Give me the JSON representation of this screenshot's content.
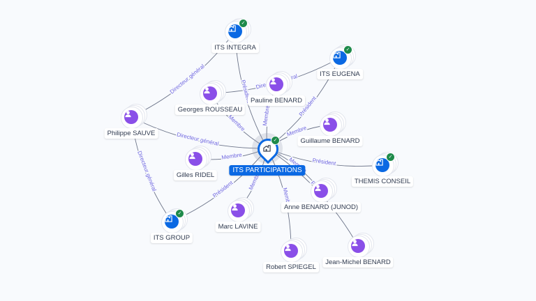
{
  "colors": {
    "person": "#8a4fe8",
    "company": "#0b69e3",
    "verified": "#1e8a4a",
    "edge": "#6b7388",
    "edge_label": "#6f66e0"
  },
  "center": {
    "id": "itspart",
    "label": "ITS PARTICIPATIONS",
    "icon": "building-icon",
    "verified": true
  },
  "nodes": [
    {
      "id": "integra",
      "label": "ITS INTEGRA",
      "type": "company",
      "verified": true
    },
    {
      "id": "eugena",
      "label": "ITS EUGENA",
      "type": "company",
      "verified": true
    },
    {
      "id": "pauline",
      "label": "Pauline BENARD",
      "type": "person"
    },
    {
      "id": "georges",
      "label": "Georges ROUSSEAU",
      "type": "person"
    },
    {
      "id": "philippe",
      "label": "Philippe SAUVE",
      "type": "person"
    },
    {
      "id": "guillaume",
      "label": "Guillaume BENARD",
      "type": "person"
    },
    {
      "id": "gilles",
      "label": "Gilles RIDEL",
      "type": "person"
    },
    {
      "id": "themis",
      "label": "THEMIS CONSEIL",
      "type": "company",
      "verified": true
    },
    {
      "id": "anne",
      "label": "Anne BENARD (JUNOD)",
      "type": "person"
    },
    {
      "id": "marc",
      "label": "Marc LAVINE",
      "type": "person"
    },
    {
      "id": "itsgroup",
      "label": "ITS GROUP",
      "type": "company",
      "verified": true
    },
    {
      "id": "robert",
      "label": "Robert SPIEGEL",
      "type": "person"
    },
    {
      "id": "jeanmichel",
      "label": "Jean-Michel BENARD",
      "type": "person"
    }
  ],
  "edges": [
    {
      "from": "philippe",
      "to": "integra",
      "label": "Directeur général"
    },
    {
      "from": "philippe",
      "to": "itspart",
      "label": "Directeur général"
    },
    {
      "from": "philippe",
      "to": "itsgroup",
      "label": "Directeur général"
    },
    {
      "from": "georges",
      "to": "eugena",
      "label": "Directeur général"
    },
    {
      "from": "georges",
      "to": "itspart",
      "label": "Membre"
    },
    {
      "from": "integra",
      "to": "itspart",
      "label": "Président"
    },
    {
      "from": "pauline",
      "to": "itspart",
      "label": "Membre"
    },
    {
      "from": "itspart",
      "to": "eugena",
      "label": "Président"
    },
    {
      "from": "guillaume",
      "to": "itspart",
      "label": "Membre"
    },
    {
      "from": "itspart",
      "to": "themis",
      "label": "Président"
    },
    {
      "from": "gilles",
      "to": "itspart",
      "label": "Membre"
    },
    {
      "from": "anne",
      "to": "itspart",
      "label": "Membre"
    },
    {
      "from": "jeanmichel",
      "to": "itspart",
      "label": "Président"
    },
    {
      "from": "marc",
      "to": "itspart",
      "label": "Membre"
    },
    {
      "from": "robert",
      "to": "itspart",
      "label": "Membre"
    },
    {
      "from": "itsgroup",
      "to": "itspart",
      "label": "Président"
    }
  ]
}
